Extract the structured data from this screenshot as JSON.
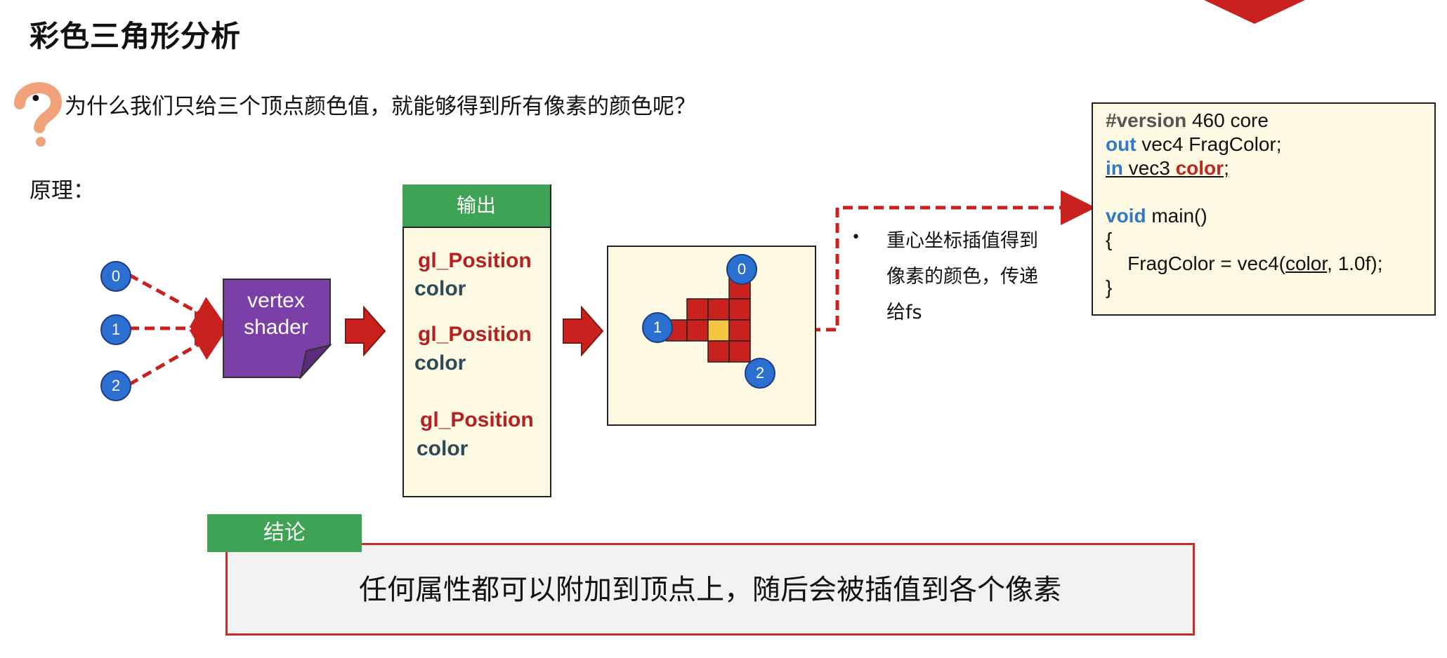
{
  "title": "彩色三角形分析",
  "question": {
    "bullet": "•",
    "text": "为什么我们只给三个顶点颜色值，就能够得到所有像素的颜色呢？"
  },
  "principle_label": "原理：",
  "vertices": [
    "0",
    "1",
    "2"
  ],
  "vertex_shader": {
    "line1": "vertex",
    "line2": "shader"
  },
  "output": {
    "header": "输出",
    "entries": [
      {
        "position": "gl_Position",
        "color": "color"
      },
      {
        "position": "gl_Position",
        "color": "color"
      },
      {
        "position": "gl_Position",
        "color": "color"
      }
    ]
  },
  "raster": {
    "labels": [
      "0",
      "1",
      "2"
    ]
  },
  "interpolation": {
    "bullet": "•",
    "line1": "重心坐标插值得到",
    "line2": "像素的颜色，传递",
    "line3": "给fs"
  },
  "code": {
    "l1_kw": "#version",
    "l1_rest": " 460 core",
    "l2_kw": "out",
    "l2_rest": " vec4 FragColor;",
    "l3_kw": "in",
    "l3_mid": " vec3 ",
    "l3_var": "color",
    "l3_end": ";",
    "l5_kw": "void",
    "l5_rest": " main()",
    "l6": "{",
    "l7_pre": "    FragColor = vec4(",
    "l7_var": "color",
    "l7_post": ", 1.0f);",
    "l8": "}"
  },
  "conclusion": {
    "tag": "结论",
    "text": "任何属性都可以附加到顶点上，随后会被插值到各个像素"
  },
  "colors": {
    "red": "#c8211e",
    "green": "#3fa356",
    "purple": "#7b3fa8",
    "blue": "#2b6fd0",
    "cream": "#fdf9e3",
    "highlight_pixel": "#f4c542"
  },
  "icons": {
    "question": "question-mark-icon"
  }
}
